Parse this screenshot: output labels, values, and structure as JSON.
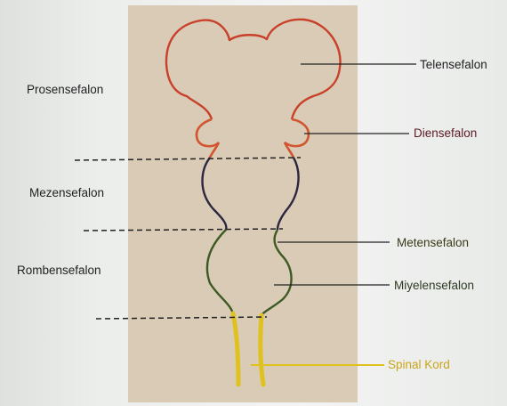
{
  "regions": {
    "prosensefalon": "Prosensefalon",
    "mezensefalon": "Mezensefalon",
    "rombensefalon": "Rombensefalon"
  },
  "parts": {
    "telensefalon": "Telensefalon",
    "diensefalon": "Diensefalon",
    "metensefalon": "Metensefalon",
    "miyelensefalon": "Miyelensefalon",
    "spinal_kord": "Spinal Kord"
  },
  "colors": {
    "panel": "#d9cbb6",
    "telensefalon_outline": "#c8402a",
    "diensefalon_outline": "#d2552f",
    "mezensefalon_outline": "#2c2740",
    "rombensefalon_outline": "#3d5a24",
    "spinal_kord": "#e0c21e",
    "region_text": "#222222",
    "telensefalon_text": "#1f1f1f",
    "diensefalon_text": "#5a1a24",
    "metensefalon_text": "#3a3a18",
    "miyelensefalon_text": "#2e3a22",
    "spinal_kord_text": "#c9a51a"
  }
}
